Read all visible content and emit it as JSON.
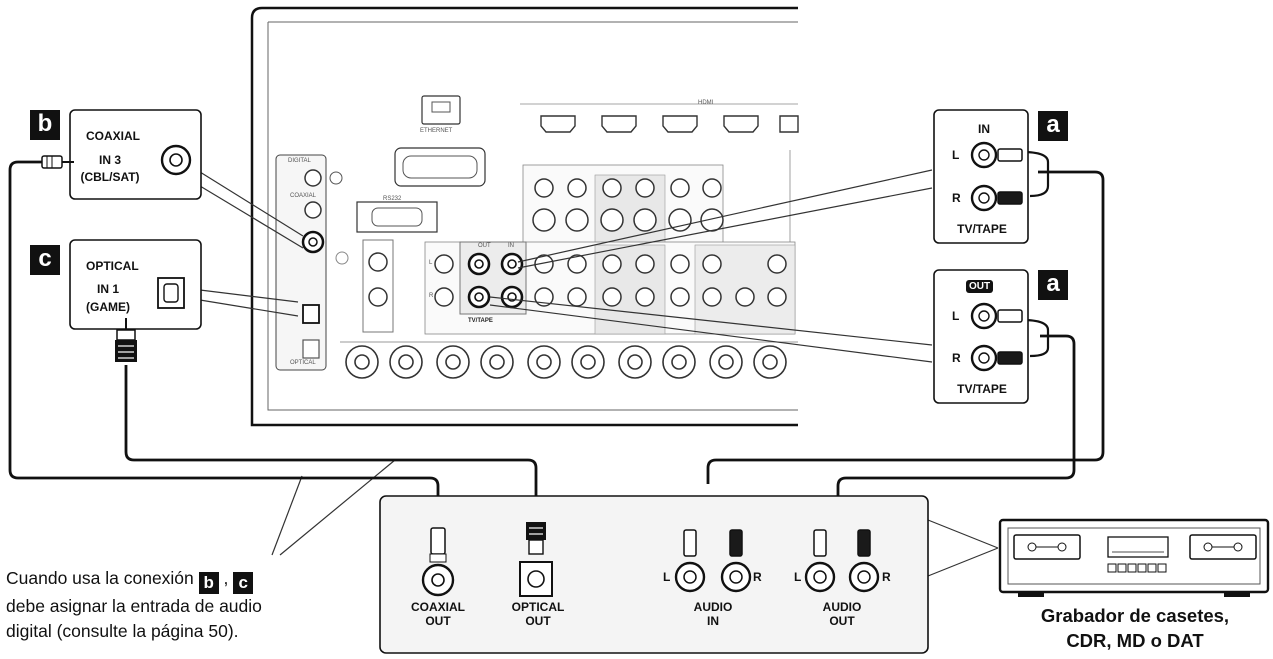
{
  "badges": {
    "a": "a",
    "b": "b",
    "c": "c"
  },
  "coaxial_box": {
    "title": "COAXIAL",
    "port": "IN 3",
    "sub": "(CBL/SAT)"
  },
  "optical_box": {
    "title": "OPTICAL",
    "port": "IN 1",
    "sub": "(GAME)"
  },
  "tvtape_in_box": {
    "title": "IN",
    "left": "L",
    "right": "R",
    "caption": "TV/TAPE"
  },
  "tvtape_out_box": {
    "title": "OUT",
    "left": "L",
    "right": "R",
    "caption": "TV/TAPE"
  },
  "recorder_panel": {
    "coaxial_out": [
      "COAXIAL",
      "OUT"
    ],
    "optical_out": [
      "OPTICAL",
      "OUT"
    ],
    "audio_in": [
      "AUDIO",
      "IN"
    ],
    "audio_out": [
      "AUDIO",
      "OUT"
    ],
    "l": "L",
    "r": "R"
  },
  "receiver_panel": {
    "ethernet": "ETHERNET",
    "rs232": "RS232",
    "digital": "DIGITAL",
    "optical": "OPTICAL",
    "coaxial": "COAXIAL",
    "tv_tape": "TV/TAPE",
    "hdmi": "HDMI",
    "in": "IN",
    "out": "OUT",
    "l": "L",
    "r": "R"
  },
  "note": {
    "line1_prefix": "Cuando usa la conexión",
    "line1_sep": ",",
    "line2": "debe asignar la entrada de audio",
    "line3": "digital (consulte la página 50)."
  },
  "device_caption": {
    "line1": "Grabador de casetes,",
    "line2": "CDR, MD o DAT"
  },
  "colors": {
    "ink": "#111111",
    "panel_fill": "#f4f4f4",
    "box_fill": "#ffffff",
    "connector_dark": "#1a1a1a"
  }
}
